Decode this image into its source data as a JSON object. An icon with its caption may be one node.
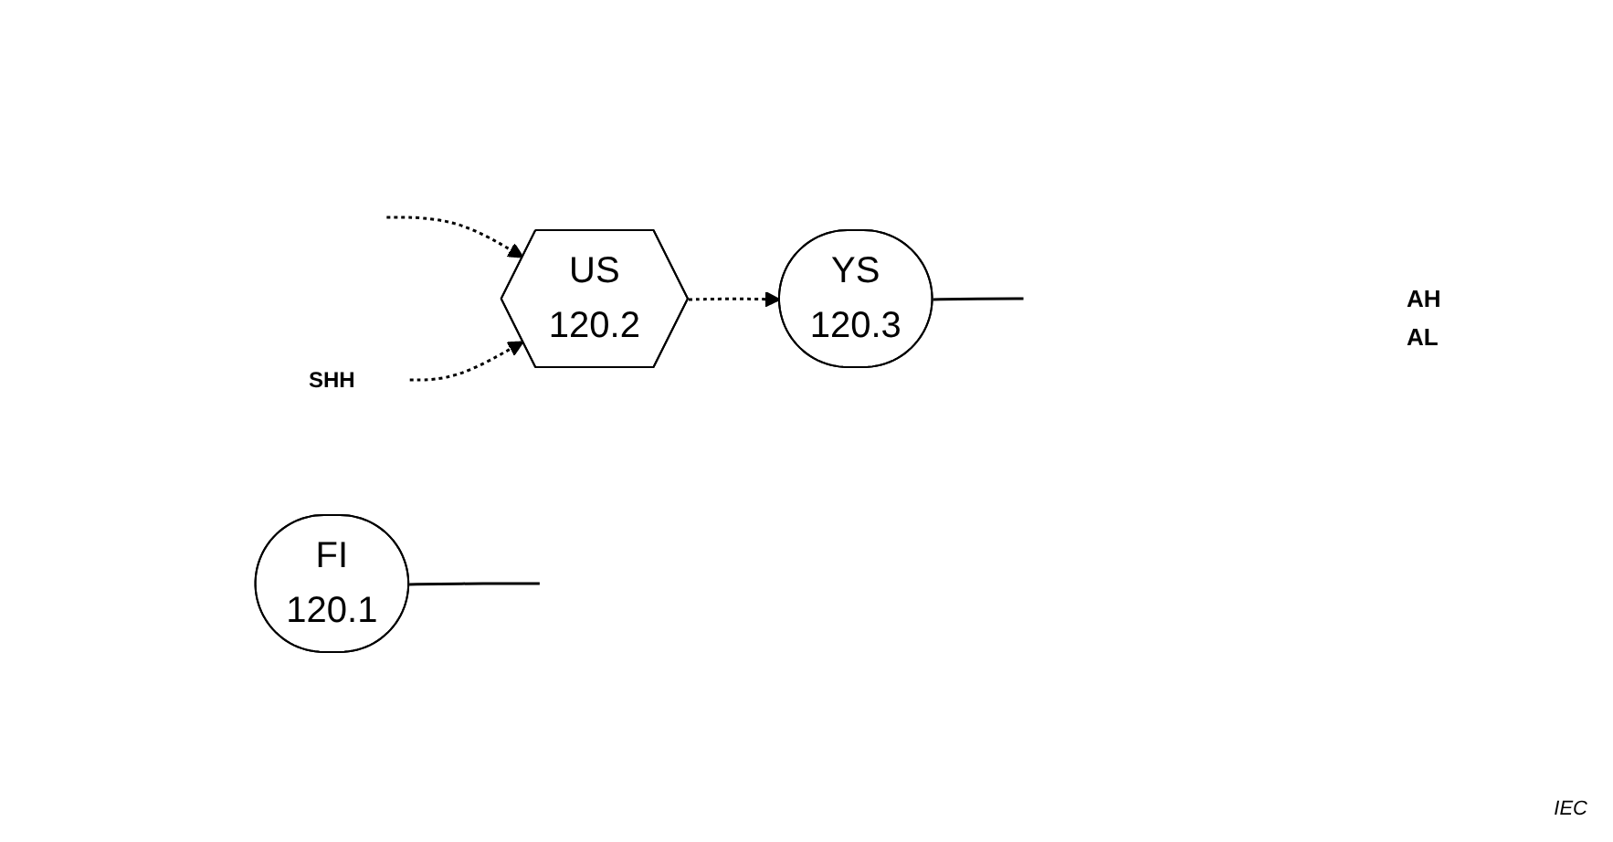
{
  "diagram": {
    "nodes": [
      {
        "text": [
          "FI",
          "120.1"
        ]
      },
      {
        "text": [
          "US",
          "120.2"
        ]
      },
      {
        "text": [
          "YS",
          "120.3"
        ]
      },
      {
        "text": [
          "SHH"
        ]
      }
    ],
    "edges": [
      {
        "from": 0,
        "to": null,
        "arrow": "none"
      },
      {
        "from": null,
        "to": 1,
        "arrow": "to",
        "style": "dashed"
      },
      {
        "from": 3,
        "to": 1,
        "arrow": "to",
        "style": "dashed"
      },
      {
        "from": 1,
        "to": 2,
        "arrow": "to",
        "style": "dashed"
      },
      {
        "from": 2,
        "to": null,
        "arrow": "none"
      }
    ],
    "labels": [
      "AH",
      "AL",
      "IEC"
    ]
  }
}
